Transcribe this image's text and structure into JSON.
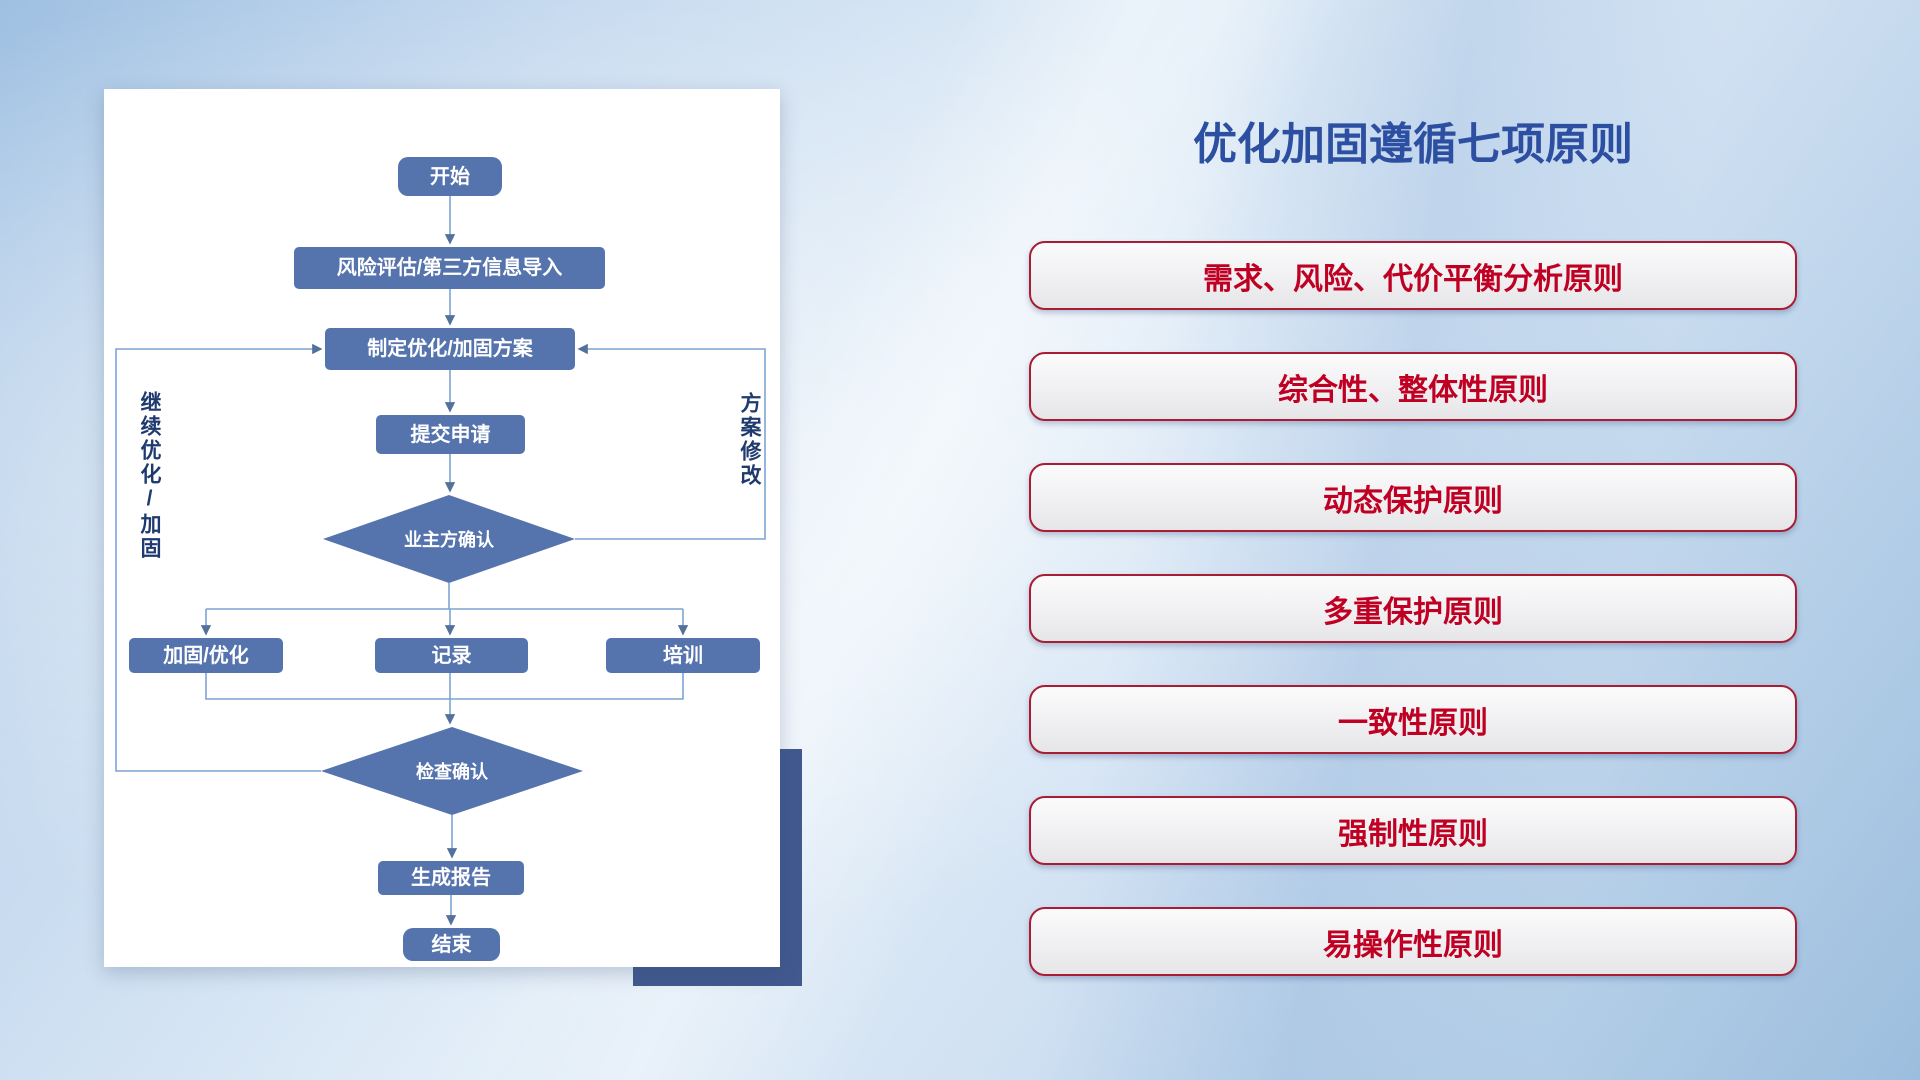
{
  "flowchart": {
    "nodes": {
      "start": "开始",
      "risk_import": "风险评估/第三方信息导入",
      "make_plan": "制定优化/加固方案",
      "submit": "提交申请",
      "owner_confirm": "业主方确认",
      "harden": "加固/优化",
      "record": "记录",
      "train": "培训",
      "check_confirm": "检查确认",
      "report": "生成报告",
      "end": "结束"
    },
    "loop_labels": {
      "left": "继续优化/加固",
      "right": "方案修改"
    }
  },
  "principles": {
    "title": "优化加固遵循七项原则",
    "items": [
      "需求、风险、代价平衡分析原则",
      "综合性、整体性原则",
      "动态保护原则",
      "多重保护原则",
      "一致性原则",
      "强制性原则",
      "易操作性原则"
    ]
  },
  "colors": {
    "node_fill": "#5573ad",
    "connector_line": "#7da3d4",
    "arrowhead": "#54719e",
    "title_blue": "#2d4fa1",
    "principle_red": "#c00023",
    "principle_border": "#a81d33",
    "accent_rect": "#41598e",
    "loop_label_navy": "#1e3a6e"
  }
}
